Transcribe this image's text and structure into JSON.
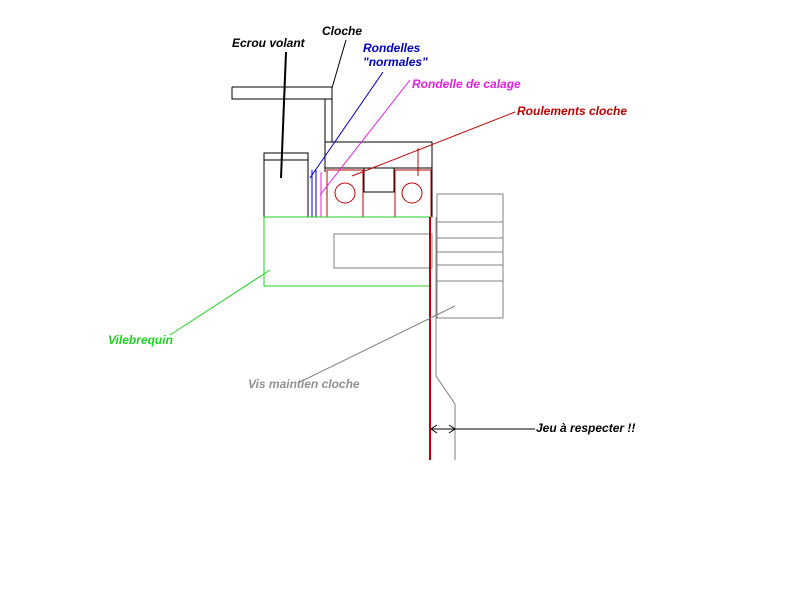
{
  "labels": {
    "ecrou_volant": "Ecrou volant",
    "cloche": "Cloche",
    "rondelles_line1": "Rondelles",
    "rondelles_line2": "\"normales\"",
    "rondelle_calage": "Rondelle de calage",
    "roulements_cloche": "Roulements cloche",
    "vilebrequin": "Vilebrequin",
    "vis_maintien": "Vis maintien cloche",
    "jeu": "Jeu à respecter !!"
  },
  "colors": {
    "outline": "#000000",
    "part_gray": "#808080",
    "rondelles": "#0000c0",
    "calage": "#e020e0",
    "roulements": "#c00000",
    "vilebrequin": "#20d020",
    "vis": "#909090"
  }
}
